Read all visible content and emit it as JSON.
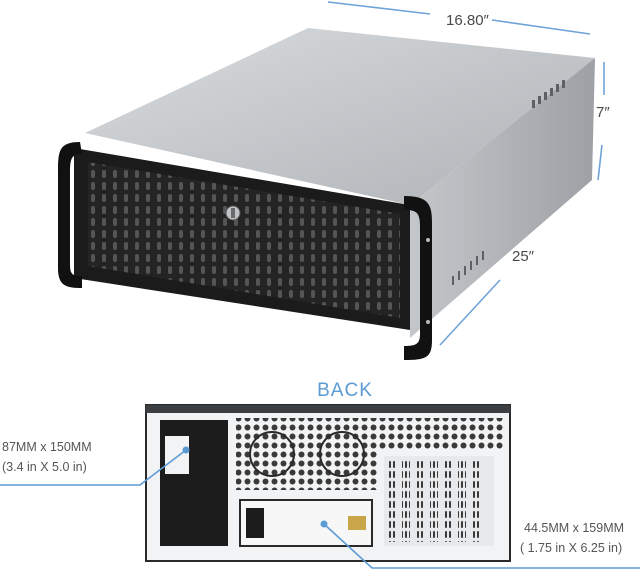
{
  "dimensions": {
    "width_label": "16.80″",
    "height_label": "7″",
    "depth_label": "25″"
  },
  "back_view": {
    "title": "BACK",
    "psu_opening": {
      "metric": "87MM  x 150MM",
      "imperial": "(3.4 in  X 5.0 in)"
    },
    "drive_opening": {
      "metric": "44.5MM x 159MM",
      "imperial": "( 1.75 in  X 6.25 in)"
    }
  },
  "colors": {
    "accent": "#5b9bd5",
    "chassis_top": "#c9cccf",
    "front_panel": "#1b1b1b",
    "text": "#4a4a4a"
  }
}
